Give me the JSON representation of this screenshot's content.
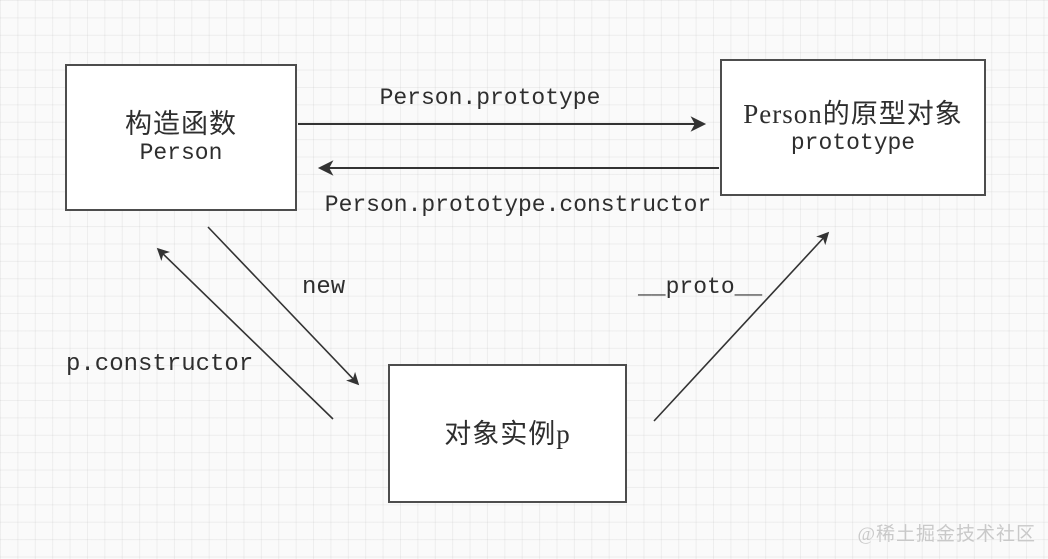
{
  "diagram_title_implicit": "JavaScript constructor / prototype / instance relationship",
  "nodes": {
    "constructor_fn": {
      "title": "构造函数",
      "subtitle": "Person"
    },
    "prototype_obj": {
      "title": "Person的原型对象",
      "subtitle": "prototype"
    },
    "instance": {
      "title": "对象实例p"
    }
  },
  "edges": {
    "person_prototype": {
      "label": "Person.prototype",
      "from": "constructor_fn",
      "to": "prototype_obj"
    },
    "person_prototype_constructor": {
      "label": "Person.prototype.constructor",
      "from": "prototype_obj",
      "to": "constructor_fn"
    },
    "new_keyword": {
      "label": "new",
      "from": "constructor_fn",
      "to": "instance"
    },
    "p_constructor": {
      "label": "p.constructor",
      "from": "instance",
      "to": "constructor_fn"
    },
    "proto": {
      "label": "__proto__",
      "from": "instance",
      "to": "prototype_obj"
    }
  },
  "watermark": "@稀土掘金技术社区",
  "colors": {
    "background": "#fafafa",
    "grid_line": "#e9e9e9",
    "box_fill": "#ffffff",
    "box_border": "#4d4d4d",
    "line": "#333333",
    "text": "#2e2e2e",
    "watermark": "#c9c9c9"
  }
}
